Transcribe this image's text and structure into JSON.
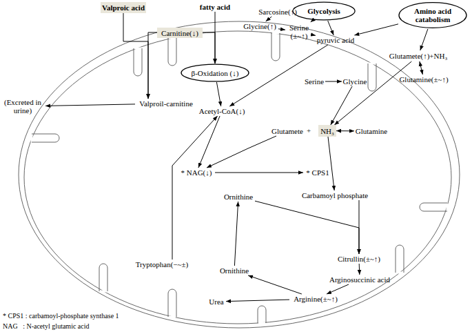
{
  "diagram": {
    "nodes": [
      {
        "text": [
          "Valproic acid"
        ]
      },
      {
        "text": [
          "fatty acid"
        ]
      },
      {
        "text": [
          "Carnitine(↓)"
        ]
      },
      {
        "text": [
          "Sarcosine(↑)"
        ]
      },
      {
        "text": [
          "Glycolysis"
        ]
      },
      {
        "text": [
          "Amino acid catabolism"
        ]
      },
      {
        "text": [
          "Glycine(↑)"
        ]
      },
      {
        "text": [
          "Serine (±~↑)"
        ]
      },
      {
        "text": [
          "pyruvic acid"
        ]
      },
      {
        "text": [
          "β-Oxidation (↓)"
        ]
      },
      {
        "text": [
          "Serine"
        ]
      },
      {
        "text": [
          "Glycine"
        ]
      },
      {
        "text": [
          "Glutamete(↑)+NH₃"
        ]
      },
      {
        "text": [
          "Glutamine(±~↑)"
        ]
      },
      {
        "text": [
          "(Excreted in urine)"
        ]
      },
      {
        "text": [
          "Valproil-carnitine"
        ]
      },
      {
        "text": [
          "Acetyl-CoA(↓)"
        ]
      },
      {
        "text": [
          "Glutamete"
        ]
      },
      {
        "text": [
          "NH₃"
        ]
      },
      {
        "text": [
          "Glutamine"
        ]
      },
      {
        "text": [
          "* NAG(↓)"
        ]
      },
      {
        "text": [
          "* CPS1"
        ]
      },
      {
        "text": [
          "Carbamoyl phosphate"
        ]
      },
      {
        "text": [
          "Ornithine"
        ]
      },
      {
        "text": [
          "Citrullin(±~↑)"
        ]
      },
      {
        "text": [
          "Tryptophan(−~±)"
        ]
      },
      {
        "text": [
          "Ornithine"
        ]
      },
      {
        "text": [
          "Arginosuccinic acid"
        ]
      },
      {
        "text": [
          "Urea"
        ]
      },
      {
        "text": [
          "Arginine(±~↑)"
        ]
      }
    ],
    "edges": [
      {
        "from": 0,
        "to": 15,
        "arrow": "to"
      },
      {
        "from": 2,
        "to": 15,
        "arrow": "to"
      },
      {
        "from": 1,
        "to": 9,
        "arrow": "to"
      },
      {
        "from": 2,
        "to": 9,
        "arrow": "to"
      },
      {
        "from": 9,
        "to": 16,
        "arrow": "to"
      },
      {
        "from": 15,
        "to": 14,
        "arrow": "to"
      },
      {
        "from": 3,
        "to": 6,
        "arrow": "to"
      },
      {
        "from": 6,
        "to": 7,
        "arrow": "to"
      },
      {
        "from": 7,
        "to": 8,
        "arrow": "to"
      },
      {
        "from": 4,
        "to": 7,
        "arrow": "to"
      },
      {
        "from": 4,
        "to": 8,
        "arrow": "to"
      },
      {
        "from": 5,
        "to": 8,
        "arrow": "to"
      },
      {
        "from": 8,
        "to": 16,
        "arrow": "to"
      },
      {
        "from": 10,
        "to": 11,
        "arrow": "to"
      },
      {
        "from": 11,
        "to": 18,
        "arrow": "to"
      },
      {
        "from": 5,
        "to": 12,
        "arrow": "to"
      },
      {
        "from": 12,
        "to": 13,
        "arrow": "both"
      },
      {
        "from": 12,
        "to": 18,
        "arrow": "to"
      },
      {
        "from": 18,
        "to": 19,
        "arrow": "both"
      },
      {
        "from": 16,
        "to": 20,
        "arrow": "to"
      },
      {
        "from": 17,
        "to": 20,
        "arrow": "to"
      },
      {
        "from": 20,
        "to": 21,
        "arrow": "to"
      },
      {
        "from": 18,
        "to": 22,
        "arrow": "to"
      },
      {
        "from": 22,
        "to": 24,
        "arrow": "to"
      },
      {
        "from": 23,
        "to": 24,
        "arrow": "to"
      },
      {
        "from": 24,
        "to": 27,
        "arrow": "to"
      },
      {
        "from": 27,
        "to": 29,
        "arrow": "to"
      },
      {
        "from": 29,
        "to": 28,
        "arrow": "to"
      },
      {
        "from": 29,
        "to": 26,
        "arrow": "to"
      },
      {
        "from": 26,
        "to": 23,
        "arrow": "to"
      },
      {
        "from": 25,
        "to": 16,
        "arrow": "to"
      }
    ],
    "labels": [
      "+",
      "* CPS1 : carbamoyl-phosphate synthase 1",
      "NAG   : N-acetyl glutamic acid"
    ]
  }
}
